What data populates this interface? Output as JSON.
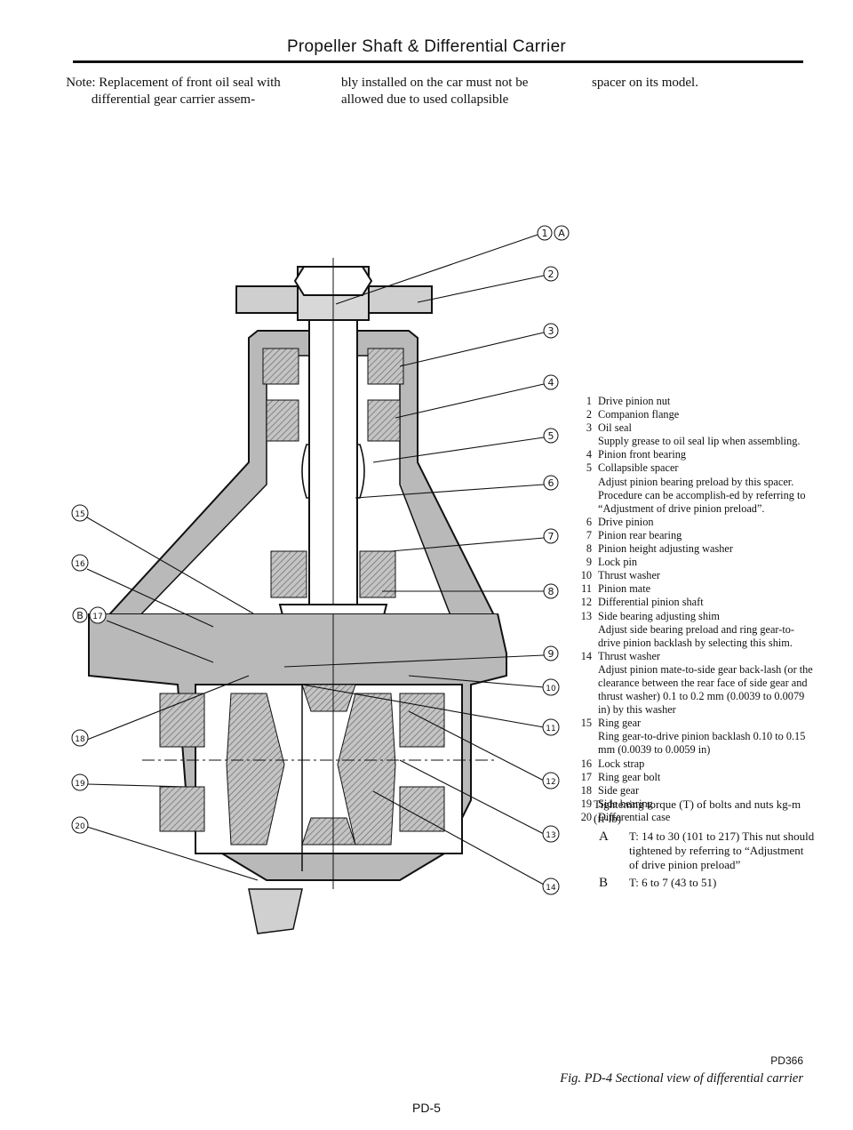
{
  "header": {
    "title": "Propeller Shaft & Differential Carrier"
  },
  "note": {
    "col1": "Note: Replacement of front oil seal with differential gear carrier assem-",
    "col2": "bly installed on the car must not be allowed due to used collapsible",
    "col3": "spacer on its model."
  },
  "callouts": [
    {
      "id": "c1",
      "label": "1"
    },
    {
      "id": "cA",
      "label": "A"
    },
    {
      "id": "c2",
      "label": "2"
    },
    {
      "id": "c3",
      "label": "3"
    },
    {
      "id": "c4",
      "label": "4"
    },
    {
      "id": "c5",
      "label": "5"
    },
    {
      "id": "c6",
      "label": "6"
    },
    {
      "id": "c7",
      "label": "7"
    },
    {
      "id": "c8",
      "label": "8"
    },
    {
      "id": "c9",
      "label": "9"
    },
    {
      "id": "c10",
      "label": "10"
    },
    {
      "id": "c11",
      "label": "11"
    },
    {
      "id": "c12",
      "label": "12"
    },
    {
      "id": "c13",
      "label": "13"
    },
    {
      "id": "c14",
      "label": "14"
    },
    {
      "id": "c15",
      "label": "15"
    },
    {
      "id": "c16",
      "label": "16"
    },
    {
      "id": "cB",
      "label": "B"
    },
    {
      "id": "c17",
      "label": "17"
    },
    {
      "id": "c18",
      "label": "18"
    },
    {
      "id": "c19",
      "label": "19"
    },
    {
      "id": "c20",
      "label": "20"
    }
  ],
  "legend": [
    {
      "num": "1",
      "text": "Drive pinion nut"
    },
    {
      "num": "2",
      "text": "Companion flange"
    },
    {
      "num": "3",
      "text": "Oil seal"
    },
    {
      "num": "",
      "text": "Supply grease to oil seal lip when assembling."
    },
    {
      "num": "4",
      "text": "Pinion front bearing"
    },
    {
      "num": "5",
      "text": "Collapsible spacer"
    },
    {
      "num": "",
      "text": "Adjust pinion bearing preload by this spacer. Procedure can be accomplish-ed by referring to “Adjustment of drive pinion preload”."
    },
    {
      "num": "6",
      "text": "Drive pinion"
    },
    {
      "num": "7",
      "text": "Pinion rear bearing"
    },
    {
      "num": "8",
      "text": "Pinion height adjusting washer"
    },
    {
      "num": "9",
      "text": "Lock pin"
    },
    {
      "num": "10",
      "text": "Thrust washer"
    },
    {
      "num": "11",
      "text": "Pinion mate"
    },
    {
      "num": "12",
      "text": "Differential pinion shaft"
    },
    {
      "num": "13",
      "text": "Side bearing adjusting shim"
    },
    {
      "num": "",
      "text": "Adjust side bearing preload and ring gear-to-drive pinion backlash by selecting this shim."
    },
    {
      "num": "14",
      "text": "Thrust washer"
    },
    {
      "num": "",
      "text": "Adjust pinion mate-to-side gear back-lash (or the clearance between the rear face of side gear and thrust washer) 0.1 to 0.2 mm (0.0039 to 0.0079 in) by this washer"
    },
    {
      "num": "15",
      "text": "Ring gear"
    },
    {
      "num": "",
      "text": "Ring gear-to-drive pinion backlash 0.10 to 0.15 mm (0.0039 to 0.0059 in)"
    },
    {
      "num": "16",
      "text": "Lock strap"
    },
    {
      "num": "17",
      "text": "Ring gear bolt"
    },
    {
      "num": "18",
      "text": "Side gear"
    },
    {
      "num": "19",
      "text": "Side bearing"
    },
    {
      "num": "20",
      "text": "Differential case"
    }
  ],
  "torque": {
    "heading": "Tightening torque (T) of bolts and nuts kg-m (ft-lb)",
    "items": [
      {
        "symbol": "A",
        "text": "T: 14 to 30 (101 to 217) This nut should tightened by referring to “Adjustment of drive pinion preload”"
      },
      {
        "symbol": "B",
        "text": "T: 6 to 7 (43 to 51)"
      }
    ]
  },
  "figure": {
    "code": "PD366",
    "caption": "Fig. PD-4  Sectional view of differential carrier"
  },
  "page_number": "PD-5",
  "colors": {
    "ink": "#111111",
    "shade": "#b9b9b9",
    "paper": "#ffffff"
  }
}
